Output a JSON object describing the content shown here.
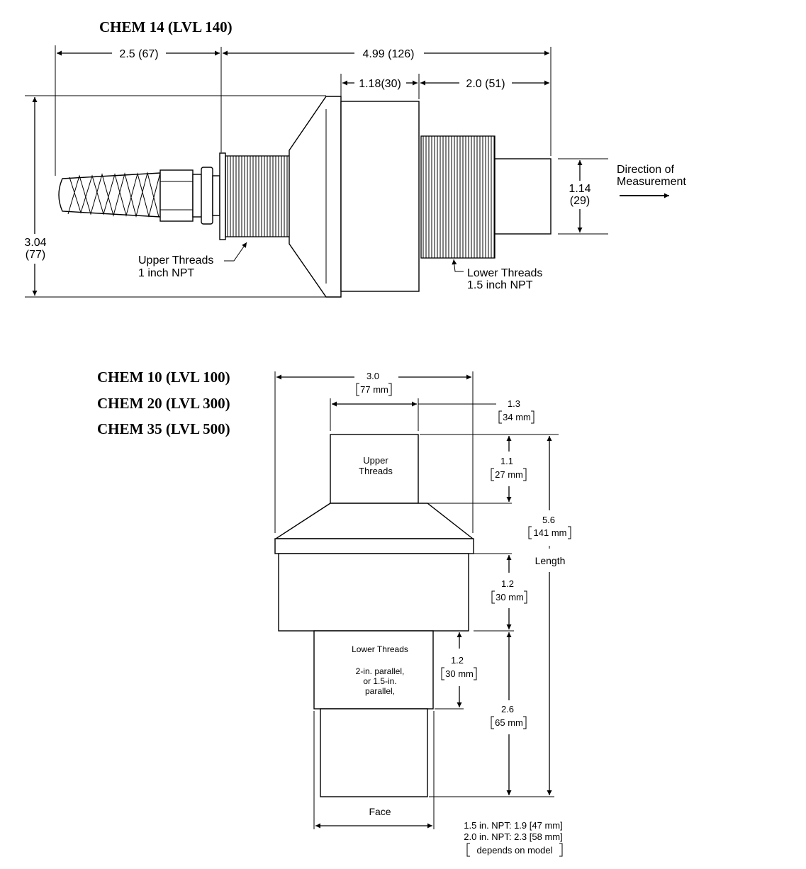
{
  "top": {
    "title": "CHEM 14  (LVL 140)",
    "dims": {
      "left_length": "2.5 (67)",
      "overall_length": "4.99 (126)",
      "flange_width": "1.18(30)",
      "lower_length": "2.0 (51)",
      "face_height_in": "1.14",
      "face_height_mm": "(29)",
      "height_in": "3.04",
      "height_mm": "(77)"
    },
    "upper_threads": [
      "Upper Threads",
      "1 inch NPT"
    ],
    "lower_threads": [
      "Lower Threads",
      "1.5 inch NPT"
    ],
    "direction": [
      "Direction of",
      "Measurement"
    ]
  },
  "bottom": {
    "titles": [
      "CHEM 10  (LVL 100)",
      "CHEM 20  (LVL 300)",
      "CHEM 35  (LVL 500)"
    ],
    "dims": {
      "width_in": "3.0",
      "width_mm": "77 mm",
      "upper_width_in": "1.3",
      "upper_width_mm": "34 mm",
      "upper_height_in": "1.1",
      "upper_height_mm": "27 mm",
      "length_in": "5.6",
      "length_mm": "141 mm",
      "length_label": "Length",
      "body_height_in": "1.2",
      "body_height_mm": "30 mm",
      "lower_thread_height_in": "1.2",
      "lower_thread_height_mm": "30 mm",
      "lower_height_in": "2.6",
      "lower_height_mm": "65 mm"
    },
    "upper_threads": [
      "Upper",
      "Threads"
    ],
    "lower_threads": [
      "Lower Threads",
      "2-in. parallel,",
      "or 1.5-in.",
      "parallel,"
    ],
    "face": "Face",
    "face_notes": [
      "1.5 in. NPT: 1.9  [47 mm]",
      "2.0 in. NPT: 2.3  [58 mm]",
      "depends on model"
    ]
  }
}
